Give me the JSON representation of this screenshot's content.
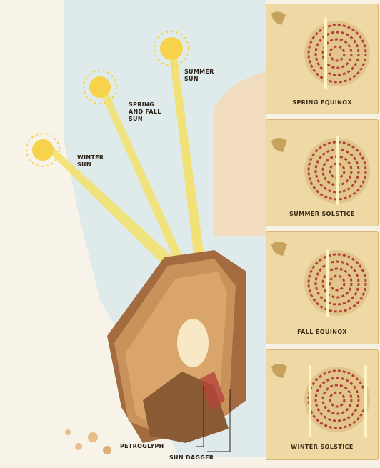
{
  "labels": {
    "summer_sun": "SUMMER\nSUN",
    "spring_fall_sun": "SPRING\nAND FALL\nSUN",
    "winter_sun": "WINTER\nSUN",
    "petroglyph": "PETROGLYPH",
    "sun_dagger": "SUN DAGGER"
  },
  "panels": [
    {
      "caption": "SPRING EQUINOX"
    },
    {
      "caption": "SUMMER SOLSTICE"
    },
    {
      "caption": "FALL EQUINOX"
    },
    {
      "caption": "WINTER SOLSTICE"
    }
  ],
  "colors": {
    "sky": "#dfeaea",
    "sun": "#f6d34b",
    "beam": "#f3e06a",
    "rock": "#c9925a",
    "rock_dark": "#8a5a35",
    "spiral": "#b3433a",
    "panel_bg": "#eed9a5"
  }
}
